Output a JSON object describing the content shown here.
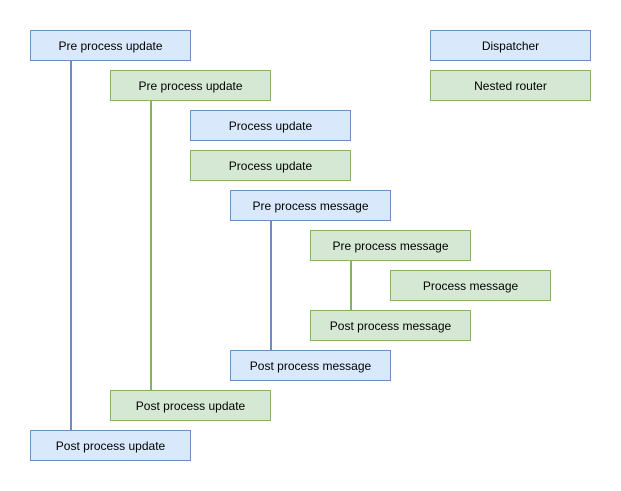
{
  "colors": {
    "dispatcher_fill": "#dae8fc",
    "dispatcher_border": "#6c8ebf",
    "router_fill": "#d5e8d4",
    "router_border": "#82b366",
    "text": "#000000",
    "background": "#ffffff"
  },
  "legend": {
    "dispatcher": {
      "label": "Dispatcher",
      "type": "dispatcher"
    },
    "nested_router": {
      "label": "Nested router",
      "type": "nested-router"
    }
  },
  "nodes": [
    {
      "label": "Pre process update",
      "type": "dispatcher"
    },
    {
      "label": "Pre process update",
      "type": "nested-router"
    },
    {
      "label": "Process update",
      "type": "dispatcher"
    },
    {
      "label": "Process update",
      "type": "nested-router"
    },
    {
      "label": "Pre process message",
      "type": "dispatcher"
    },
    {
      "label": "Pre process message",
      "type": "nested-router"
    },
    {
      "label": "Process message",
      "type": "nested-router"
    },
    {
      "label": "Post process message",
      "type": "nested-router"
    },
    {
      "label": "Post process message",
      "type": "dispatcher"
    },
    {
      "label": "Post process update",
      "type": "nested-router"
    },
    {
      "label": "Post process update",
      "type": "dispatcher"
    }
  ],
  "connectors": [
    {
      "from": "Pre process update",
      "to": "Post process update",
      "lane": "dispatcher"
    },
    {
      "from": "Pre process update",
      "to": "Post process update",
      "lane": "nested-router"
    },
    {
      "from": "Pre process message",
      "to": "Post process message",
      "lane": "dispatcher"
    },
    {
      "from": "Pre process message",
      "to": "Post process message",
      "lane": "nested-router"
    }
  ]
}
